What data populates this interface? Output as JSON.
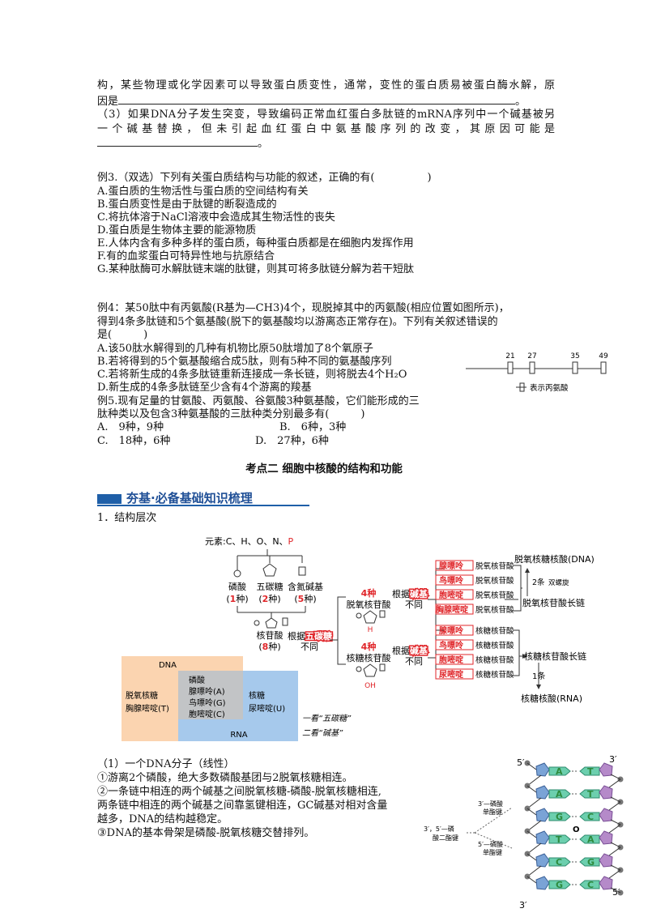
{
  "paragraph_cont": {
    "line1": "构，某些物理或化学因素可以导致蛋白质变性，通常，变性的蛋白质易被蛋白酶水解，原",
    "line2_prefix": "因是",
    "line2_suffix": "。"
  },
  "q3": {
    "line1": "（3）如果DNA分子发生突变，导致编码正常血红蛋白多肽链的mRNA序列中一个碱基被另",
    "line2": "一个碱基替换，但未引起血红蛋白中氨基酸序列的改变，其原因可能是",
    "line3_suffix": "。"
  },
  "example3": {
    "stem": "例3.（双选）下列有关蛋白质结构与功能的叙述，正确的有(　　　　　)",
    "options": [
      "A.蛋白质的生物活性与蛋白质的空间结构有关",
      "B.蛋白质变性是由于肽键的断裂造成的",
      "C.将抗体溶于NaCl溶液中会造成其生物活性的丧失",
      "D.蛋白质是生物体主要的能源物质",
      "E.人体内含有多种多样的蛋白质，每种蛋白质都是在细胞内发挥作用",
      "F.有的血浆蛋白可特异性地与抗原结合",
      "G.某种肽酶可水解肽链末端的肽键，则其可将多肽链分解为若干短肽"
    ]
  },
  "example4": {
    "line1": "例4：某50肽中有丙氨酸(R基为—CH3)4个，现脱掉其中的丙氨酸(相应位置如图所示)，",
    "line2": "得到4条多肽链和5个氨基酸(脱下的氨基酸均以游离态正常存在)。下列有关叙述错误的",
    "line3": "是(　　　)",
    "options": [
      "A.该50肽水解得到的几种有机物比原50肽增加了8个氧原子",
      "B.若将得到的5个氨基酸缩合成5肽，则有5种不同的氨基酸序列",
      "C.若将新生成的4条多肽链重新连接成一条长链，则将脱去4个H₂O",
      "D.新生成的4条多肽链至少含有4个游离的羧基"
    ],
    "figure": {
      "positions": [
        "21",
        "27",
        "35",
        "49"
      ],
      "legend": "表示丙氨酸"
    }
  },
  "example5": {
    "line1": "例5.现有足量的甘氨酸、丙氨酸、谷氨酸3种氨基酸，它们能形成的三",
    "line2": "肽种类以及包含3种氨基酸的三肽种类分别最多有(　　　)",
    "opt_a": "A.　9种，9种",
    "opt_b": "B.　6种，3种",
    "opt_c": "C.　18种，6种",
    "opt_d": "D.　27种，6种"
  },
  "section_title": "考点二  细胞中核酸的结构和功能",
  "banner": "夯基·必备基础知识梳理",
  "subheading": "1．结构层次",
  "diagram": {
    "elements_prefix": "元素:C、H、O、N、",
    "elements_p": "P",
    "phosphate": "磷酸",
    "pentose": "五碳糖",
    "base": "含氮碱基",
    "count_phosphate": "1",
    "count_pentose": "2",
    "count_base": "5",
    "kind": "种",
    "nucleotide": "核苷酸",
    "nucleotide_count": "8",
    "by_pentose_prefix": "根据",
    "by_pentose_hl": "五碳糖",
    "differ": "不同",
    "four": "4种",
    "deoxy_nucleotide": "脱氧核苷酸",
    "ribo_nucleotide": "核糖核苷酸",
    "by_base_prefix": "根据",
    "by_base_hl": "碱基",
    "H": "H",
    "OH": "OH",
    "dna_bases": [
      "腺嘌呤",
      "鸟嘌呤",
      "胞嘧啶",
      "胸腺嘧啶"
    ],
    "dna_products": [
      "脱氧核苷酸",
      "脱氧核苷酸",
      "脱氧核苷酸",
      "脱氧核苷酸"
    ],
    "rna_bases": [
      "腺嘌呤",
      "鸟嘌呤",
      "胞嘧啶",
      "尿嘧啶"
    ],
    "rna_products": [
      "核糖核苷酸",
      "核糖核苷酸",
      "核糖核苷酸",
      "核糖核苷酸"
    ],
    "dna_name": "脱氧核糖核酸(DNA)",
    "two_strands": "2条",
    "double_helix": "双螺旋",
    "deoxy_chain": "脱氧核苷酸长链",
    "ribo_chain": "核糖核苷酸长链",
    "one_strand": "1条",
    "rna_name": "核糖核酸(RNA)",
    "venn_dna": "DNA",
    "venn_rna": "RNA",
    "venn_dna_only": [
      "脱氧核糖",
      "胸腺嘧啶(T)"
    ],
    "venn_common": [
      "磷酸",
      "腺嘌呤(A)",
      "鸟嘌呤(G)",
      "胞嘧啶(C)"
    ],
    "venn_rna_only": [
      "核糖",
      "尿嘧啶(U)"
    ],
    "look1": "一看“五碳糖”",
    "look2": "二看“碱基”"
  },
  "dna_section": {
    "heading": "（1）一个DNA分子（线性）",
    "p1": "①游离2个磷酸，绝大多数磷酸基团与2脱氧核糖相连。",
    "p2a": "②一条链中相连的两个碱基之间脱氧核糖-磷酸-脱氧核糖相连,",
    "p2b": "两条链中相连的两个碱基之间靠氢键相连，GC碱基对相对含量",
    "p2c": "越多，DNA的结构越稳定。",
    "p3": "③DNA的基本骨架是磷酸-脱氧核糖交替排列。"
  },
  "dna_figure": {
    "five_prime_top": "5′",
    "three_prime_top": "3′",
    "three_prime_bottom": "3′",
    "five_prime_bottom": "5′",
    "left_bases": [
      "A",
      "A",
      "G",
      "T",
      "C",
      "G"
    ],
    "right_bases": [
      "T",
      "T",
      "C",
      "A",
      "G",
      "C"
    ],
    "o_label": "O",
    "bond_3_label1": "3′—磷酸",
    "bond_3_label2": "单酯键",
    "bond_5_label1": "5′—磷酸",
    "bond_5_label2": "单酯键",
    "phospho_label1": "3′，5′—磷",
    "phospho_label2": "酸二酯键"
  }
}
